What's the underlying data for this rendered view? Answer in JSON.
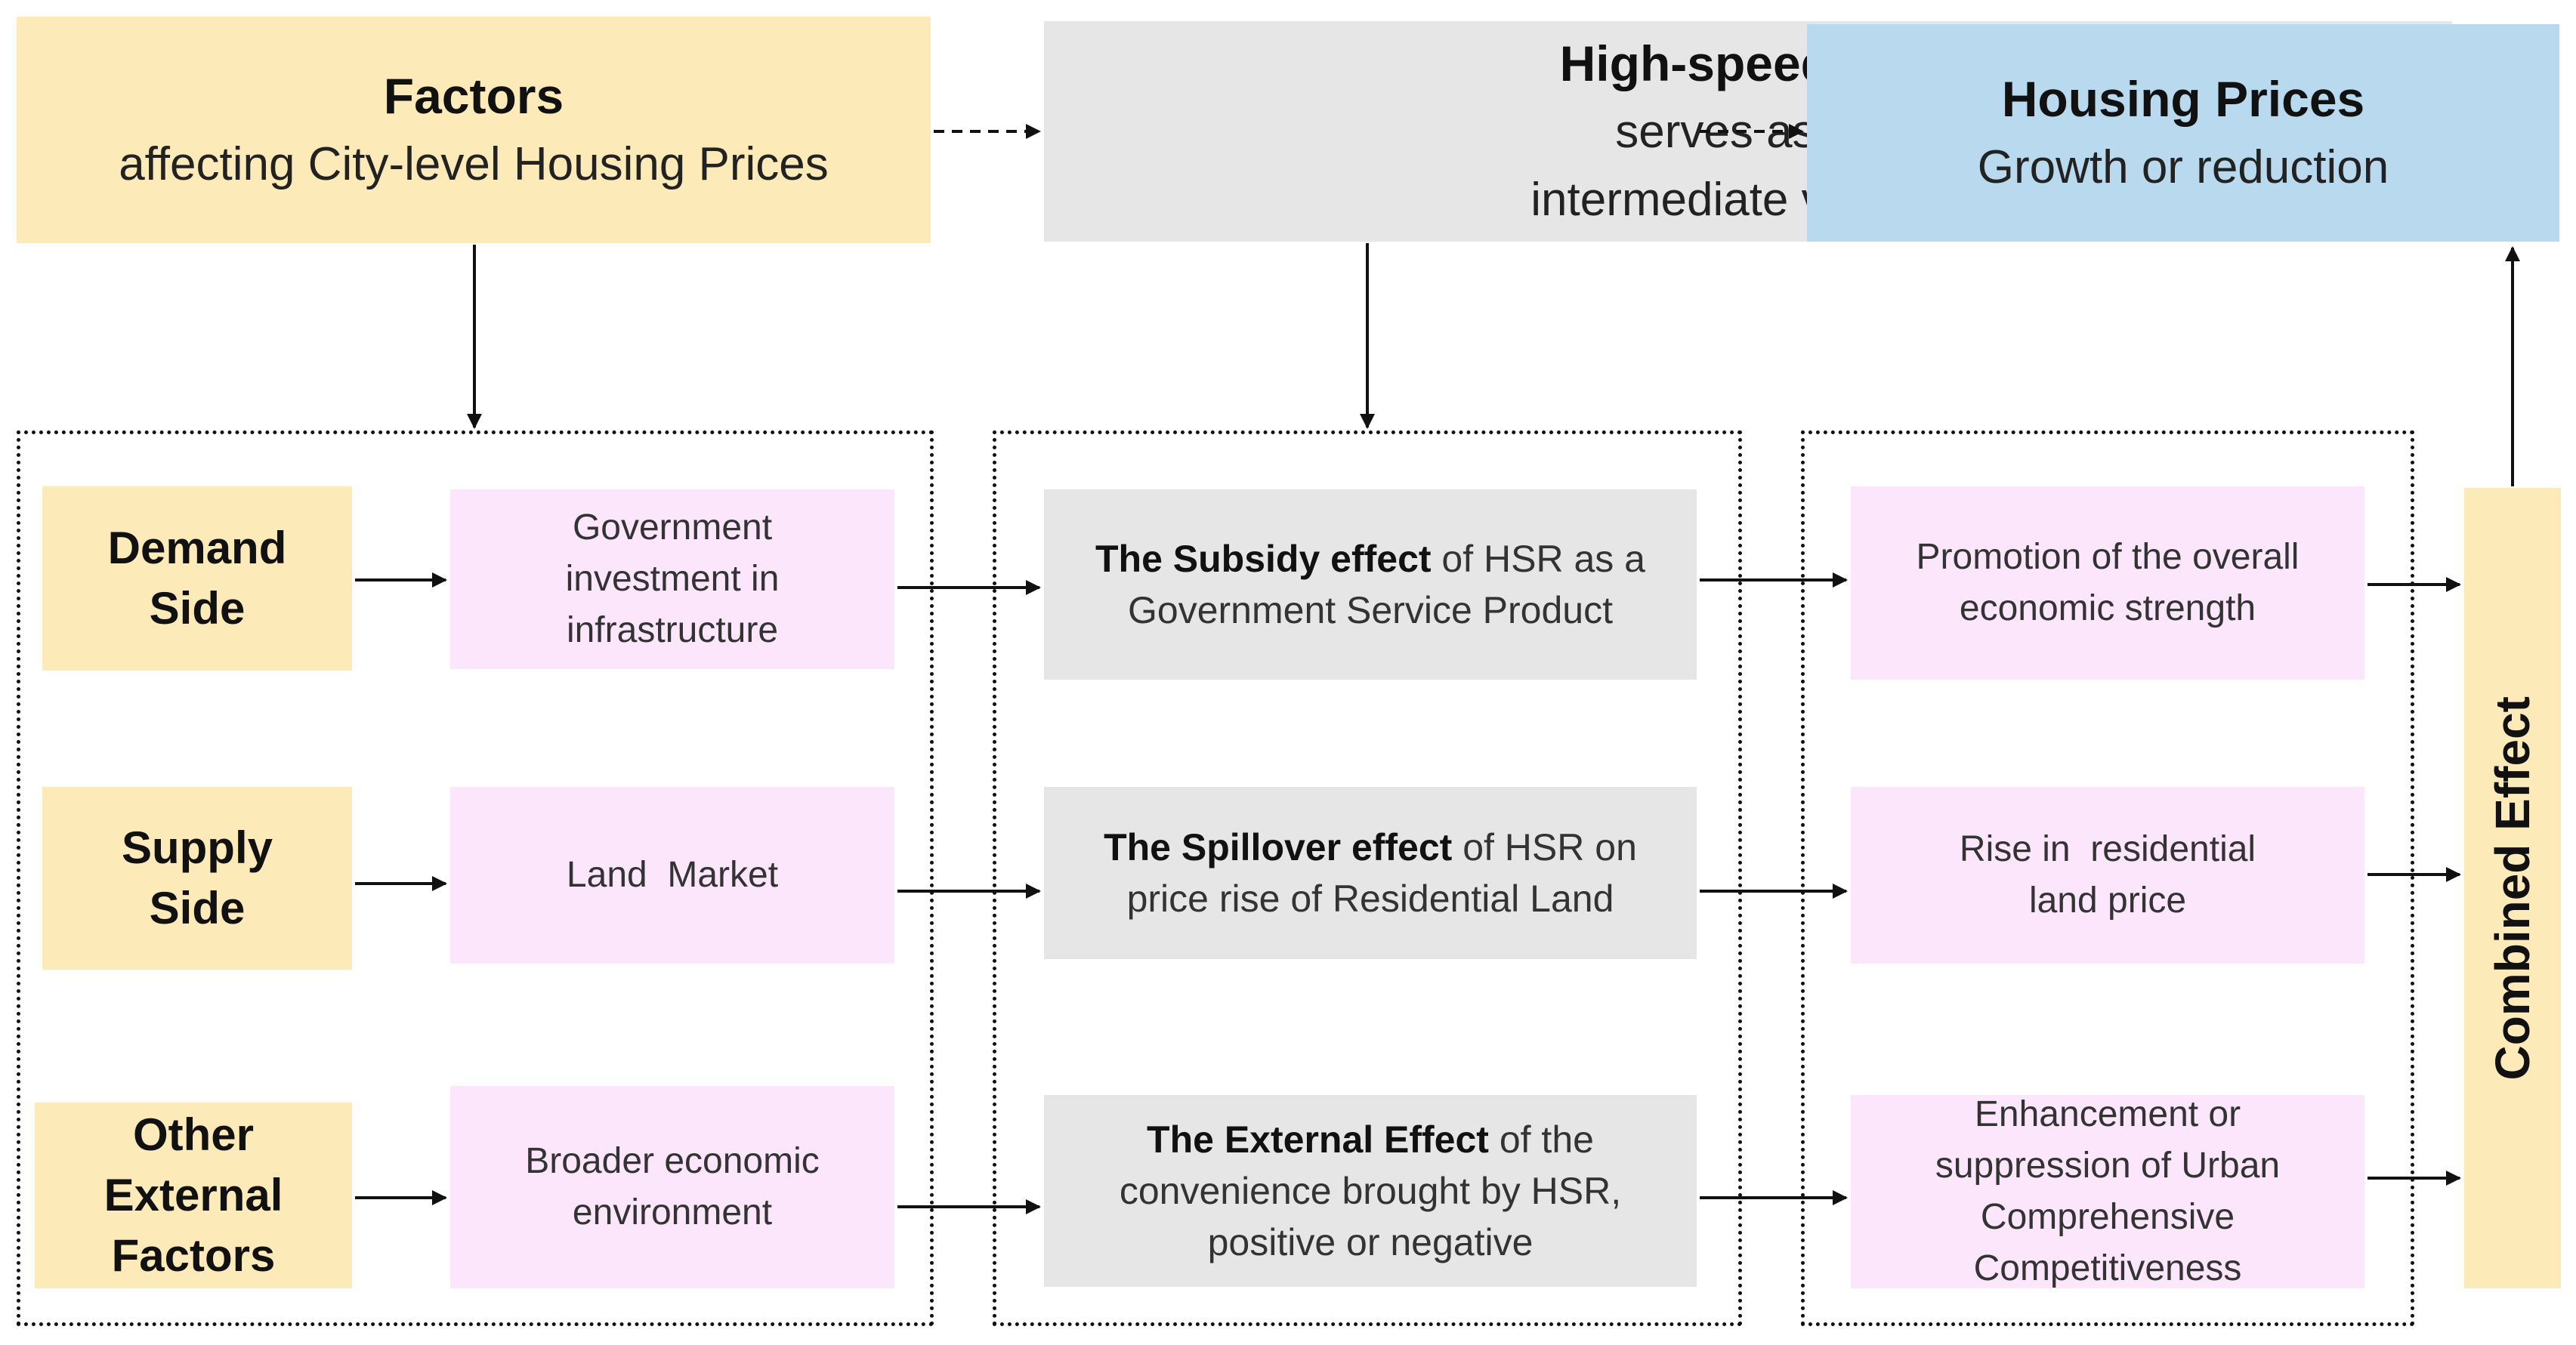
{
  "top": {
    "factors": {
      "title": "Factors",
      "subtitle": "affecting City-level Housing Prices"
    },
    "hsr": {
      "title": "High-speed Rail",
      "line2": "serves as an",
      "line3": "intermediate variable"
    },
    "housing": {
      "title": "Housing Prices",
      "subtitle": "Growth or reduction"
    }
  },
  "sides": [
    {
      "lines": [
        "Demand",
        "Side"
      ]
    },
    {
      "lines": [
        "Supply",
        "Side"
      ]
    },
    {
      "lines": [
        "Other",
        "External",
        "Factors"
      ]
    }
  ],
  "factors": [
    {
      "lines": [
        "Government",
        "investment in",
        "infrastructure"
      ]
    },
    {
      "lines": [
        "Land  Market"
      ]
    },
    {
      "lines": [
        "Broader economic",
        "environment"
      ]
    }
  ],
  "effects": [
    {
      "bold": "The Subsidy effect",
      "line1_rest": " of HSR as a",
      "line2": "Government Service Product"
    },
    {
      "bold": "The Spillover effect",
      "line1_rest": " of HSR on",
      "line2": "price rise of Residential Land"
    },
    {
      "bold": "The External Effect",
      "line1_rest": " of the",
      "line2": "convenience brought by HSR,",
      "line3": "positive or negative"
    }
  ],
  "outcomes": [
    {
      "lines": [
        "Promotion of the overall",
        "economic strength"
      ]
    },
    {
      "lines": [
        "Rise in  residential",
        "land price"
      ]
    },
    {
      "lines": [
        "Enhancement or",
        "suppression of Urban",
        "Comprehensive",
        "Competitiveness"
      ]
    }
  ],
  "combined": "Combined Effect",
  "colors": {
    "yellow": "#fdeab9",
    "grey": "#e6e6e6",
    "blue": "#b9d9ef",
    "pink": "#fbe6fb",
    "line": "#111111"
  }
}
